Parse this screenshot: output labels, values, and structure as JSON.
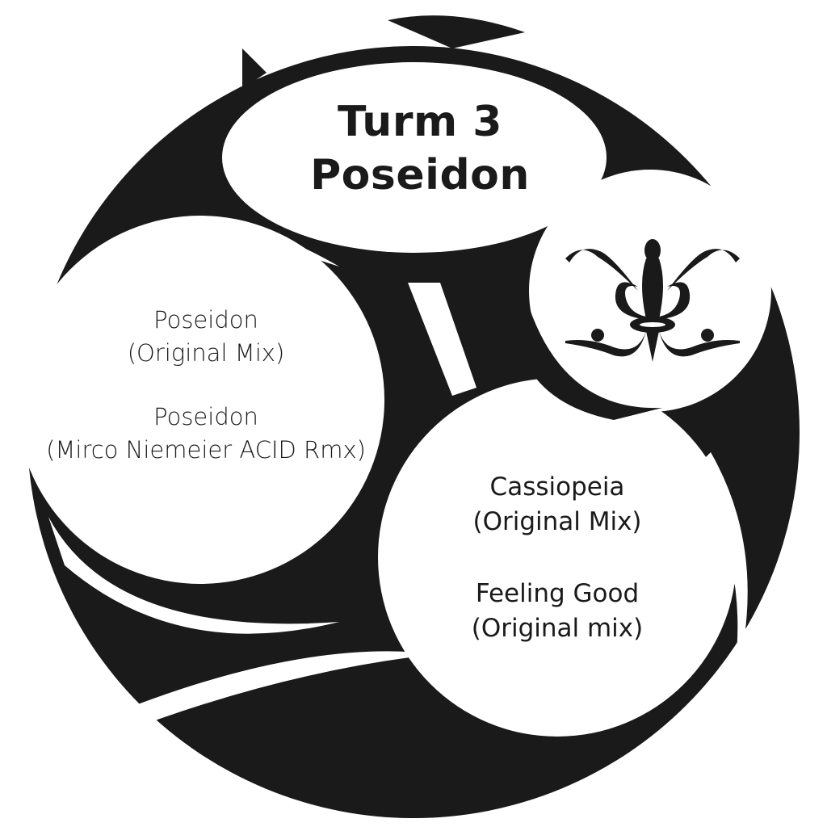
{
  "title": {
    "line1": "Turm 3",
    "line2": "Poseidon"
  },
  "left_circle": {
    "tracks": [
      {
        "name": "Poseidon",
        "mix": "(Original Mix)"
      },
      {
        "name": "Poseidon",
        "mix": "(Mirco Niemeier ACID Rmx)"
      }
    ]
  },
  "right_circle": {
    "tracks": [
      {
        "name": "Cassiopeia",
        "mix": "(Original Mix)"
      },
      {
        "name": "Feeling Good",
        "mix": "(Original mix)"
      }
    ]
  },
  "emblem": {
    "icon": "fleur-de-lis-icon"
  },
  "colors": {
    "primary": "#1a1a1a",
    "background": "#ffffff"
  }
}
